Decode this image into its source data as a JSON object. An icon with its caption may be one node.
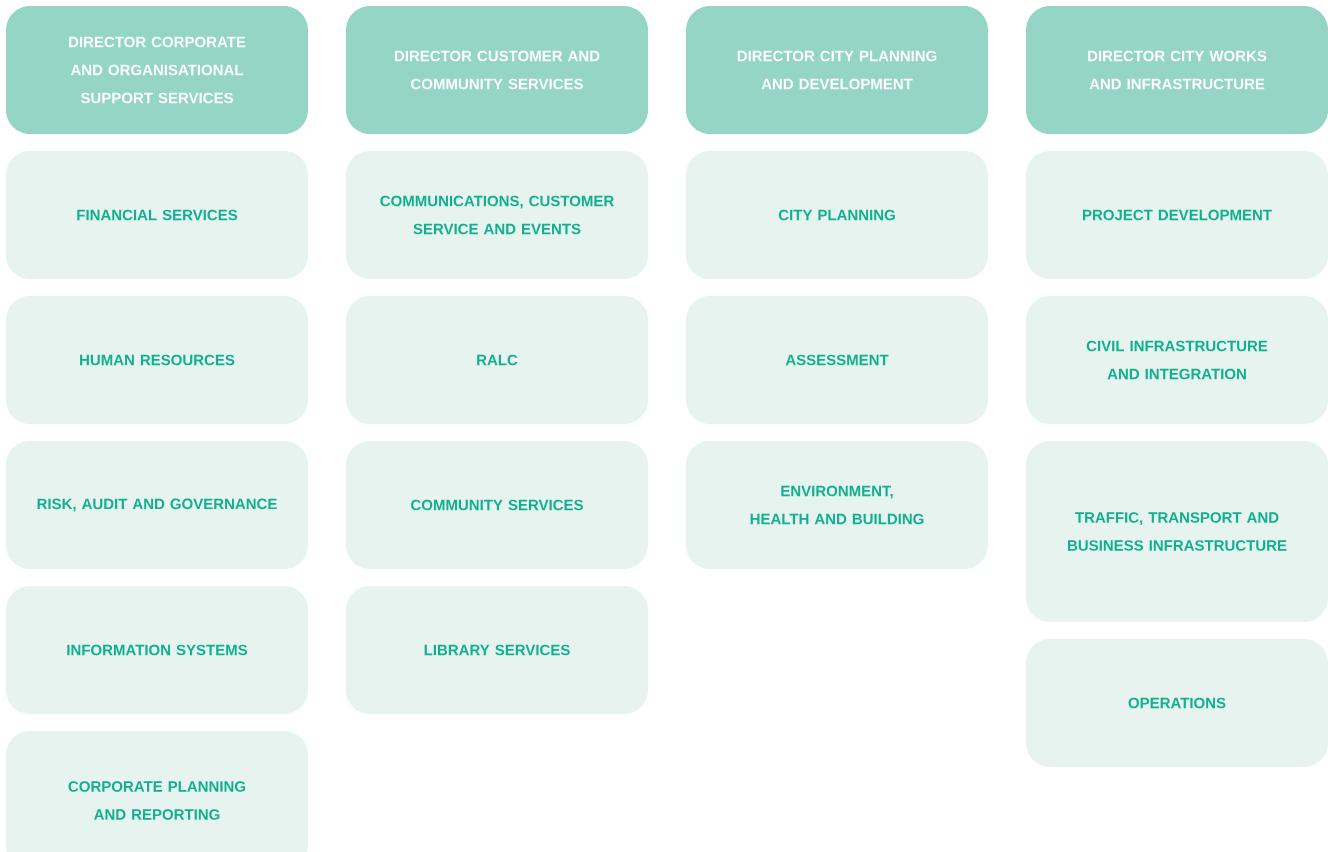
{
  "diagram": {
    "nodes": [
      {
        "text": [
          "DIRECTOR CORPORATE AND ORGANISATIONAL SUPPORT SERVICES"
        ]
      },
      {
        "text": [
          "FINANCIAL SERVICES"
        ]
      },
      {
        "text": [
          "HUMAN RESOURCES"
        ]
      },
      {
        "text": [
          "RISK, AUDIT AND GOVERNANCE"
        ]
      },
      {
        "text": [
          "INFORMATION SYSTEMS"
        ]
      },
      {
        "text": [
          "CORPORATE PLANNING AND REPORTING"
        ]
      },
      {
        "text": [
          "DIRECTOR CUSTOMER AND COMMUNITY SERVICES"
        ]
      },
      {
        "text": [
          "COMMUNICATIONS, CUSTOMER SERVICE AND EVENTS"
        ]
      },
      {
        "text": [
          "RALC"
        ]
      },
      {
        "text": [
          "COMMUNITY SERVICES"
        ]
      },
      {
        "text": [
          "LIBRARY SERVICES"
        ]
      },
      {
        "text": [
          "DIRECTOR CITY PLANNING AND DEVELOPMENT"
        ]
      },
      {
        "text": [
          "CITY PLANNING"
        ]
      },
      {
        "text": [
          "ASSESSMENT"
        ]
      },
      {
        "text": [
          "ENVIRONMENT, HEALTH AND BUILDING"
        ]
      },
      {
        "text": [
          "DIRECTOR CITY WORKS AND INFRASTRUCTURE"
        ]
      },
      {
        "text": [
          "PROJECT DEVELOPMENT"
        ]
      },
      {
        "text": [
          "CIVIL INFRASTRUCTURE AND INTEGRATION"
        ]
      },
      {
        "text": [
          "TRAFFIC, TRANSPORT AND BUSINESS INFRASTRUCTURE"
        ]
      },
      {
        "text": [
          "OPERATIONS"
        ]
      }
    ]
  }
}
